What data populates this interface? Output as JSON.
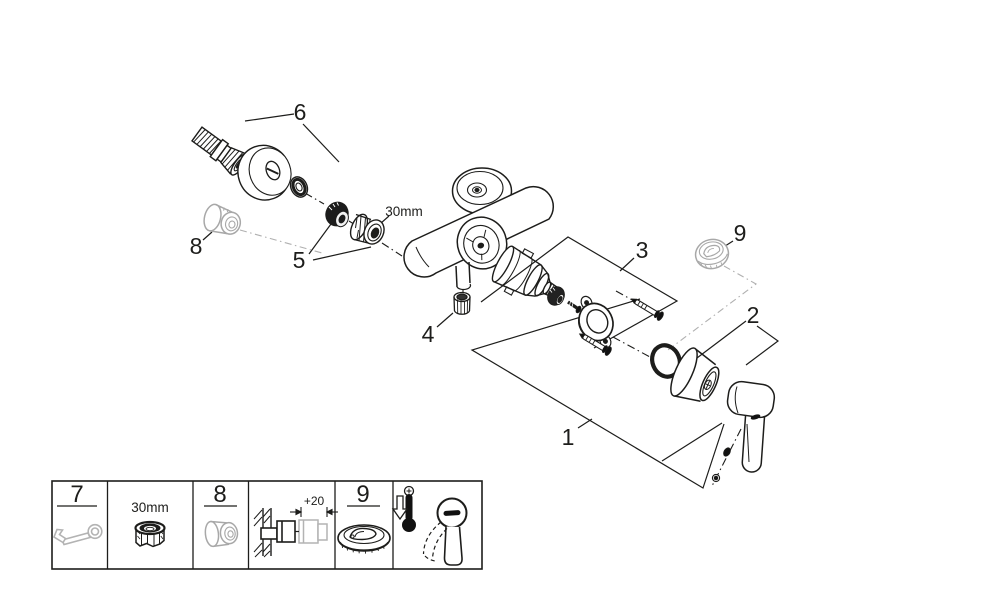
{
  "diagram": {
    "part_labels": {
      "p1": "1",
      "p2": "2",
      "p3": "3",
      "p4": "4",
      "p5": "5",
      "p6": "6",
      "p8": "8",
      "p9": "9"
    },
    "annotations": {
      "nut_size": "30mm"
    }
  },
  "legend": {
    "cells": [
      {
        "label": "7",
        "icon": "wrench-icon"
      },
      {
        "label": "30mm",
        "icon": "nut-icon"
      },
      {
        "label": "8",
        "icon": "plug-cap-icon"
      },
      {
        "label": "+20",
        "icon": "wall-extension-icon"
      },
      {
        "label": "9",
        "icon": "dial-cap-icon"
      },
      {
        "label": "",
        "icon": "temperature-handle-icon"
      }
    ]
  },
  "colors": {
    "line": "#1d1d1b",
    "gray_part": "#a8a8a8",
    "background": "#ffffff"
  }
}
